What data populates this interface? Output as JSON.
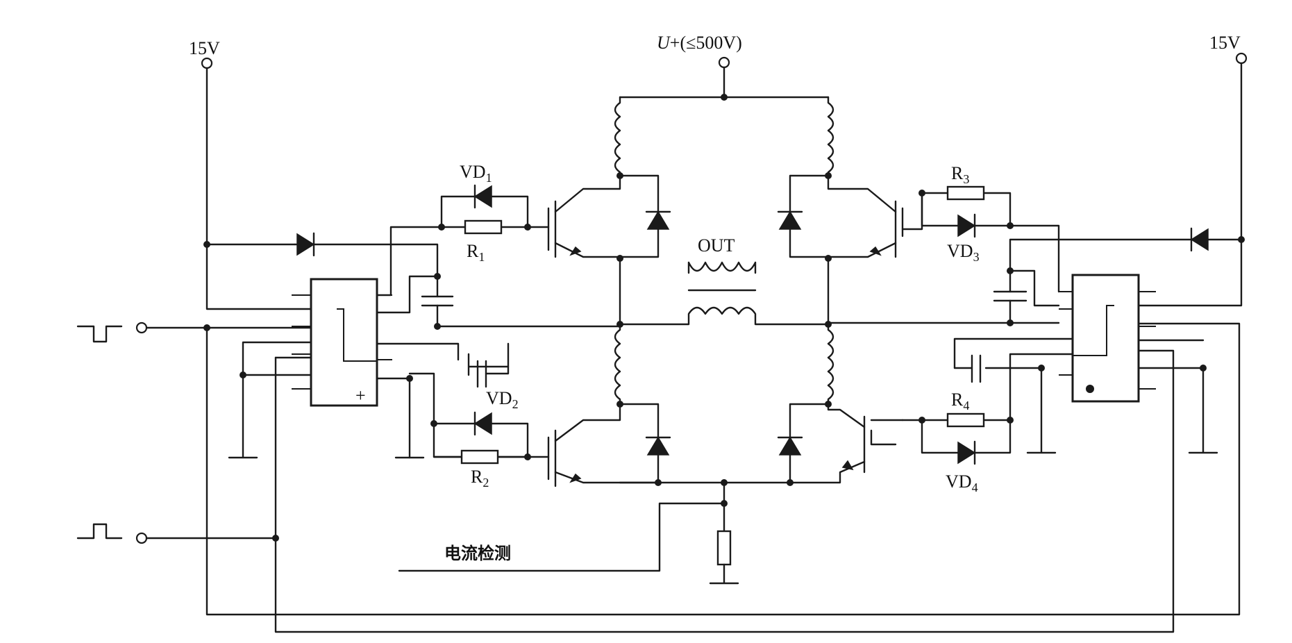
{
  "supply": {
    "left": "15V",
    "right": "15V",
    "top_prefix": "U",
    "top_suffix": "+(≤500V)"
  },
  "output": {
    "label": "OUT"
  },
  "current_sense": {
    "label": "电流检测"
  },
  "ic_left": {
    "pin_mark": "+"
  },
  "components": {
    "vd1": {
      "base": "VD",
      "sub": "1"
    },
    "vd2": {
      "base": "VD",
      "sub": "2"
    },
    "vd3": {
      "base": "VD",
      "sub": "3"
    },
    "vd4": {
      "base": "VD",
      "sub": "4"
    },
    "r1": {
      "base": "R",
      "sub": "1"
    },
    "r2": {
      "base": "R",
      "sub": "2"
    },
    "r3": {
      "base": "R",
      "sub": "3"
    },
    "r4": {
      "base": "R",
      "sub": "4"
    }
  }
}
